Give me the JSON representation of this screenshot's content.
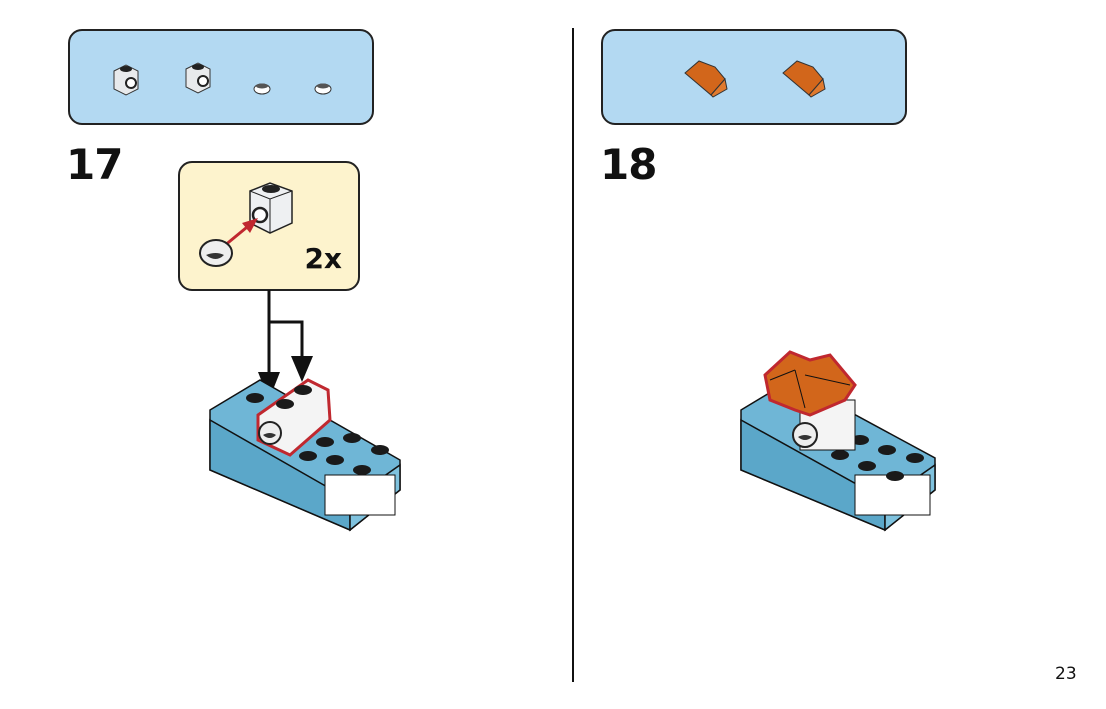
{
  "page": {
    "number": "23"
  },
  "colors": {
    "parts_bg": "#b3d9f2",
    "callout_bg": "#fdf3cd",
    "brick_blue": "#6fb6d6",
    "highlight_red": "#c0282f",
    "slope_orange": "#d2661b"
  },
  "steps": [
    {
      "number": "17",
      "parts": [
        {
          "name": "brick-1x1-with-stud-on-side",
          "icon": "brick-1x1-side-stud-icon"
        },
        {
          "name": "brick-1x1-with-stud-on-side",
          "icon": "brick-1x1-side-stud-icon"
        },
        {
          "name": "round-tile-1x1-eye",
          "icon": "eye-tile-icon"
        },
        {
          "name": "round-tile-1x1-eye",
          "icon": "eye-tile-icon"
        }
      ],
      "callout": {
        "multiplier": "2x"
      }
    },
    {
      "number": "18",
      "parts": [
        {
          "name": "slope-brick-orange",
          "icon": "orange-slope-icon"
        },
        {
          "name": "slope-brick-orange",
          "icon": "orange-slope-icon"
        }
      ]
    }
  ]
}
